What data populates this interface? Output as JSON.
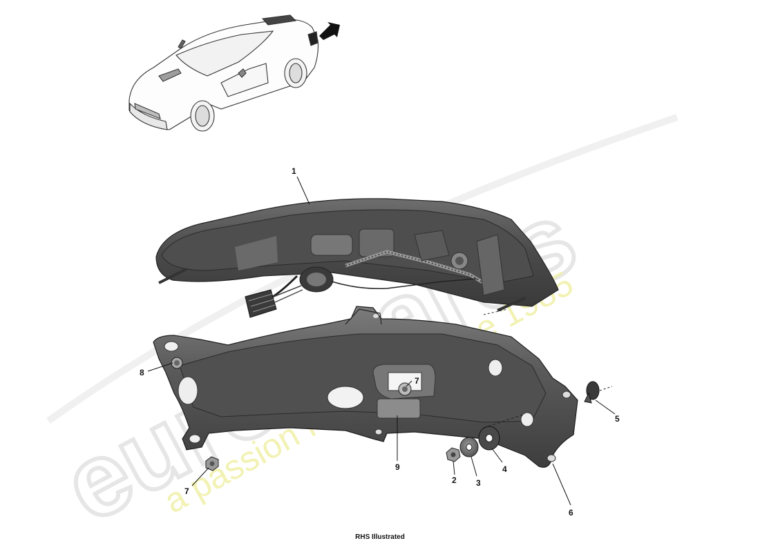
{
  "watermark": {
    "brand": "eurospares",
    "tagline": "a passion for parts since 1985",
    "colors": {
      "brand": "#e6e6e6",
      "tagline": "#f0f0a8"
    }
  },
  "callouts": [
    {
      "id": "1",
      "label": "1"
    },
    {
      "id": "2",
      "label": "2"
    },
    {
      "id": "3",
      "label": "3"
    },
    {
      "id": "4",
      "label": "4"
    },
    {
      "id": "5",
      "label": "5"
    },
    {
      "id": "6",
      "label": "6"
    },
    {
      "id": "7a",
      "label": "7"
    },
    {
      "id": "7b",
      "label": "7"
    },
    {
      "id": "8",
      "label": "8"
    },
    {
      "id": "9",
      "label": "9"
    }
  ],
  "footer": {
    "note": "RHS Illustrated"
  },
  "colors": {
    "part_dark": "#3a3a3a",
    "part_mid": "#5c5c5c",
    "part_light": "#8a8a8a",
    "line": "#111111"
  }
}
